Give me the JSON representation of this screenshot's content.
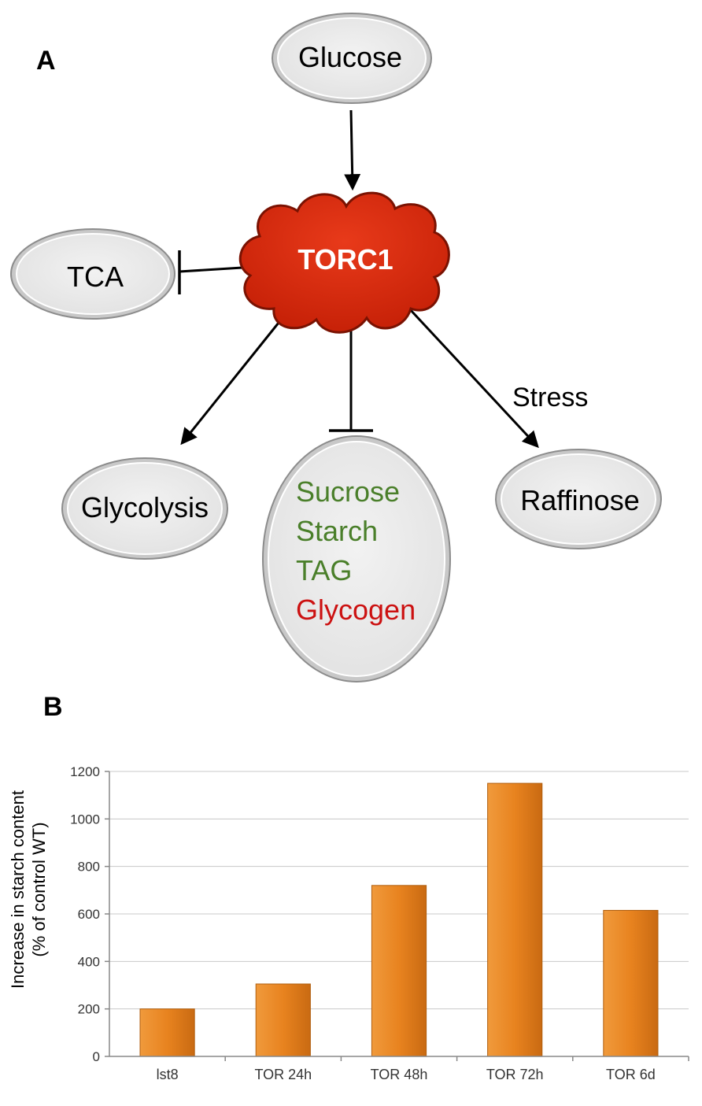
{
  "panel_a": {
    "label": "A",
    "nodes": {
      "glucose": "Glucose",
      "torc1": "TORC1",
      "tca": "TCA",
      "glycolysis": "Glycolysis",
      "raffinose": "Raffinose",
      "storage": {
        "items": [
          {
            "text": "Sucrose",
            "color": "#4a7f2a"
          },
          {
            "text": "Starch",
            "color": "#4a7f2a"
          },
          {
            "text": "TAG",
            "color": "#4a7f2a"
          },
          {
            "text": "Glycogen",
            "color": "#cc1111"
          }
        ]
      }
    },
    "edges": {
      "stress_label": "Stress"
    },
    "colors": {
      "node_fill": "#e9e9e9",
      "node_border": "#9a9a9a",
      "torc1_fill": "#d42a0e",
      "torc1_border": "#8a1505"
    }
  },
  "panel_b": {
    "label": "B"
  },
  "chart_data": {
    "type": "bar",
    "categories": [
      "lst8",
      "TOR 24h",
      "TOR 48h",
      "TOR 72h",
      "TOR 6d"
    ],
    "values": [
      200,
      305,
      720,
      1150,
      615
    ],
    "ylabel_line1": "Increase in starch content",
    "ylabel_line2": "(% of control WT)",
    "ylim": [
      0,
      1200
    ],
    "yticks": [
      0,
      200,
      400,
      600,
      800,
      1000,
      1200
    ],
    "grid": true,
    "bar_color": "#e8831f"
  }
}
